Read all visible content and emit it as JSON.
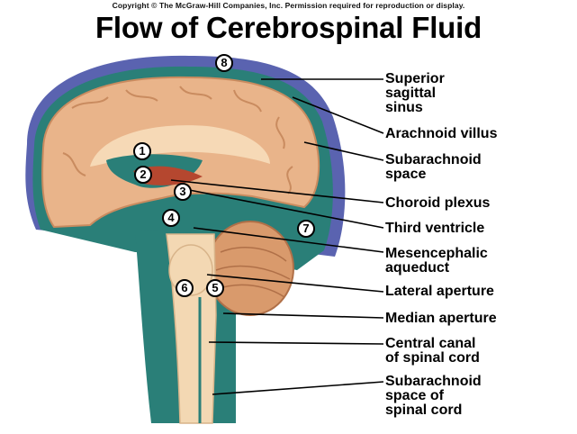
{
  "copyright": "Copyright © The McGraw-Hill Companies, Inc. Permission required for reproduction or display.",
  "title": "Flow of Cerebrospinal Fluid",
  "labels": [
    {
      "lines": [
        "Superior",
        "sagittal",
        "sinus"
      ]
    },
    {
      "lines": [
        "Arachnoid villus"
      ]
    },
    {
      "lines": [
        "Subarachnoid",
        "space"
      ]
    },
    {
      "lines": [
        "Choroid plexus"
      ]
    },
    {
      "lines": [
        "Third ventricle"
      ]
    },
    {
      "lines": [
        "Mesencephalic",
        "aqueduct"
      ]
    },
    {
      "lines": [
        "Lateral aperture"
      ]
    },
    {
      "lines": [
        "Median aperture"
      ]
    },
    {
      "lines": [
        "Central canal",
        "of spinal cord"
      ]
    },
    {
      "lines": [
        "Subarachnoid",
        "space of",
        "spinal cord"
      ]
    }
  ],
  "step_markers": [
    "1",
    "2",
    "3",
    "4",
    "5",
    "6",
    "7",
    "8"
  ],
  "colors": {
    "dura": "#5a63b0",
    "csf": "#2a7f78",
    "brain": "#e9b48a",
    "brain_dark": "#c98b5f",
    "ventricle": "#f6d9b6",
    "choroid": "#b5472f",
    "cord": "#f3d8b3"
  }
}
